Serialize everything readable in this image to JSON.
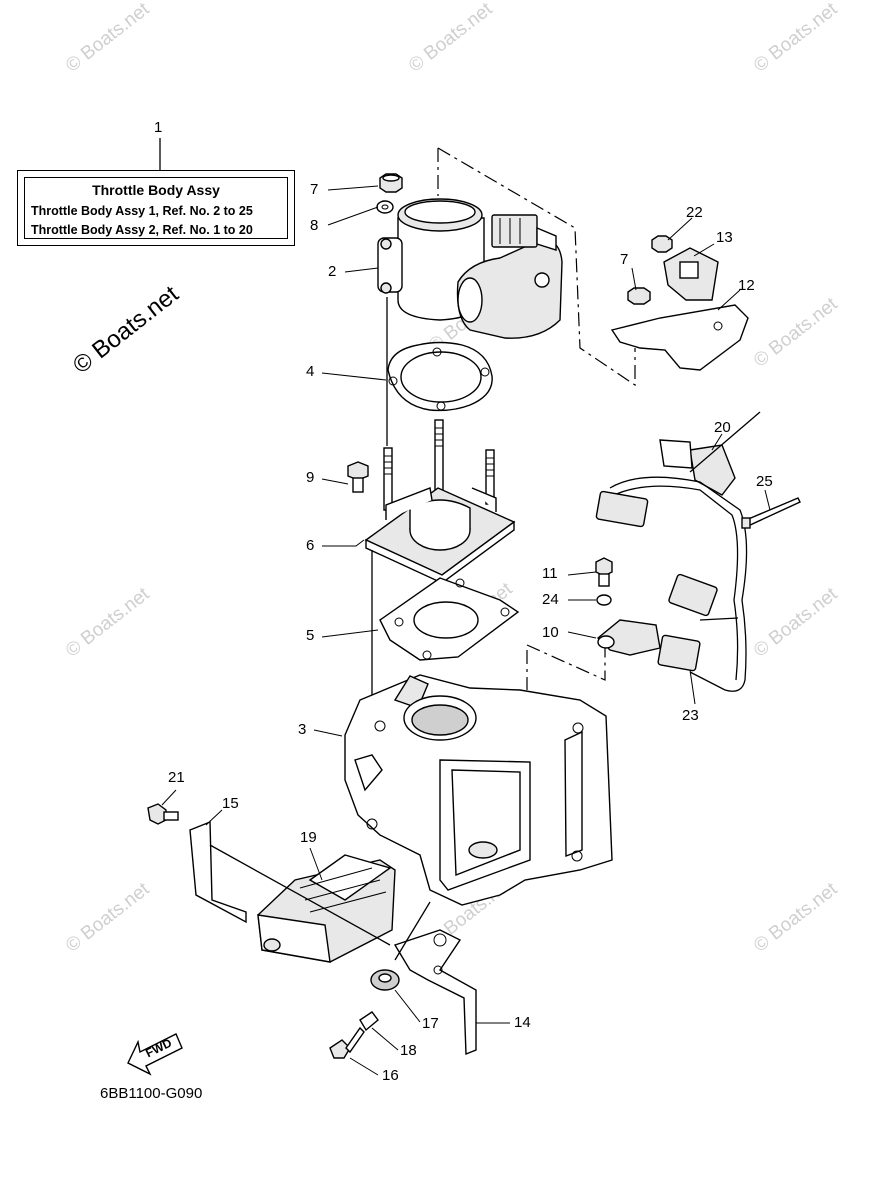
{
  "legend": {
    "number": "1",
    "title": "Throttle Body Assy",
    "rows": [
      "Throttle Body Assy 1,   Ref. No.  2  to  25",
      "Throttle Body Assy 2,   Ref. No.  1  to  20"
    ]
  },
  "watermark": {
    "main": "© Boats.net",
    "faint": "© Boats.net"
  },
  "callouts": {
    "c2": "2",
    "c3": "3",
    "c4": "4",
    "c5": "5",
    "c6": "6",
    "c7a": "7",
    "c7b": "7",
    "c8": "8",
    "c9": "9",
    "c10": "10",
    "c11": "11",
    "c12": "12",
    "c13": "13",
    "c14": "14",
    "c15": "15",
    "c16": "16",
    "c17": "17",
    "c18": "18",
    "c19": "19",
    "c20": "20",
    "c21": "21",
    "c22": "22",
    "c23": "23",
    "c24": "24",
    "c25": "25"
  },
  "fwd_label": "FWD",
  "diagram_code": "6BB1100-G090"
}
